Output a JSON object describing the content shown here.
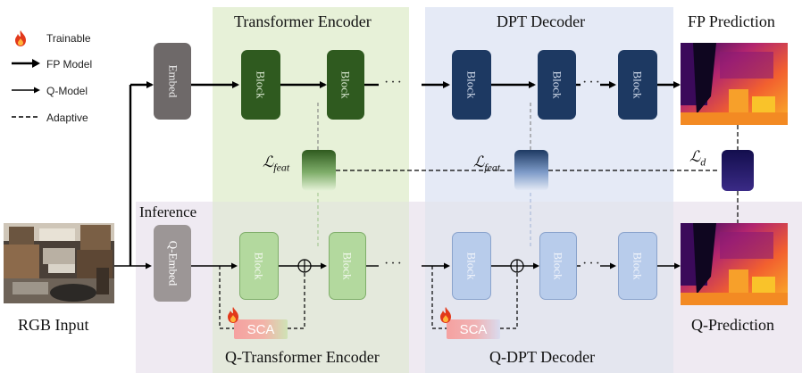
{
  "legend": {
    "trainable": "Trainable",
    "fp_model": "FP Model",
    "q_model": "Q-Model",
    "adaptive": "Adaptive"
  },
  "regions": {
    "transformer_encoder": "Transformer Encoder",
    "dpt_decoder": "DPT Decoder",
    "fp_prediction": "FP Prediction",
    "inference": "Inference",
    "q_transformer_encoder": "Q-Transformer Encoder",
    "q_dpt_decoder": "Q-DPT Decoder",
    "q_prediction": "Q-Prediction",
    "rgb_input": "RGB Input"
  },
  "blocks": {
    "embed": "Embed",
    "q_embed": "Q-Embed",
    "block": "Block",
    "sca": "SCA",
    "ellipsis": "···"
  },
  "losses": {
    "feat_symbol": "ℒ",
    "feat_sub": "feat",
    "d_symbol": "ℒ",
    "d_sub": "d"
  },
  "colors": {
    "encoder_bg": "#e8f2da",
    "decoder_bg": "#e6ebf7",
    "bottom_bg": "#efeaf3",
    "fp_block": "#2e5b1e",
    "dpt_block": "#1e3a63",
    "q_block": "#b6dca2",
    "q_dpt_block": "#b9cdec",
    "embed": "#6f6a6a",
    "q_embed": "#999393",
    "sca": "#f19c9c"
  }
}
